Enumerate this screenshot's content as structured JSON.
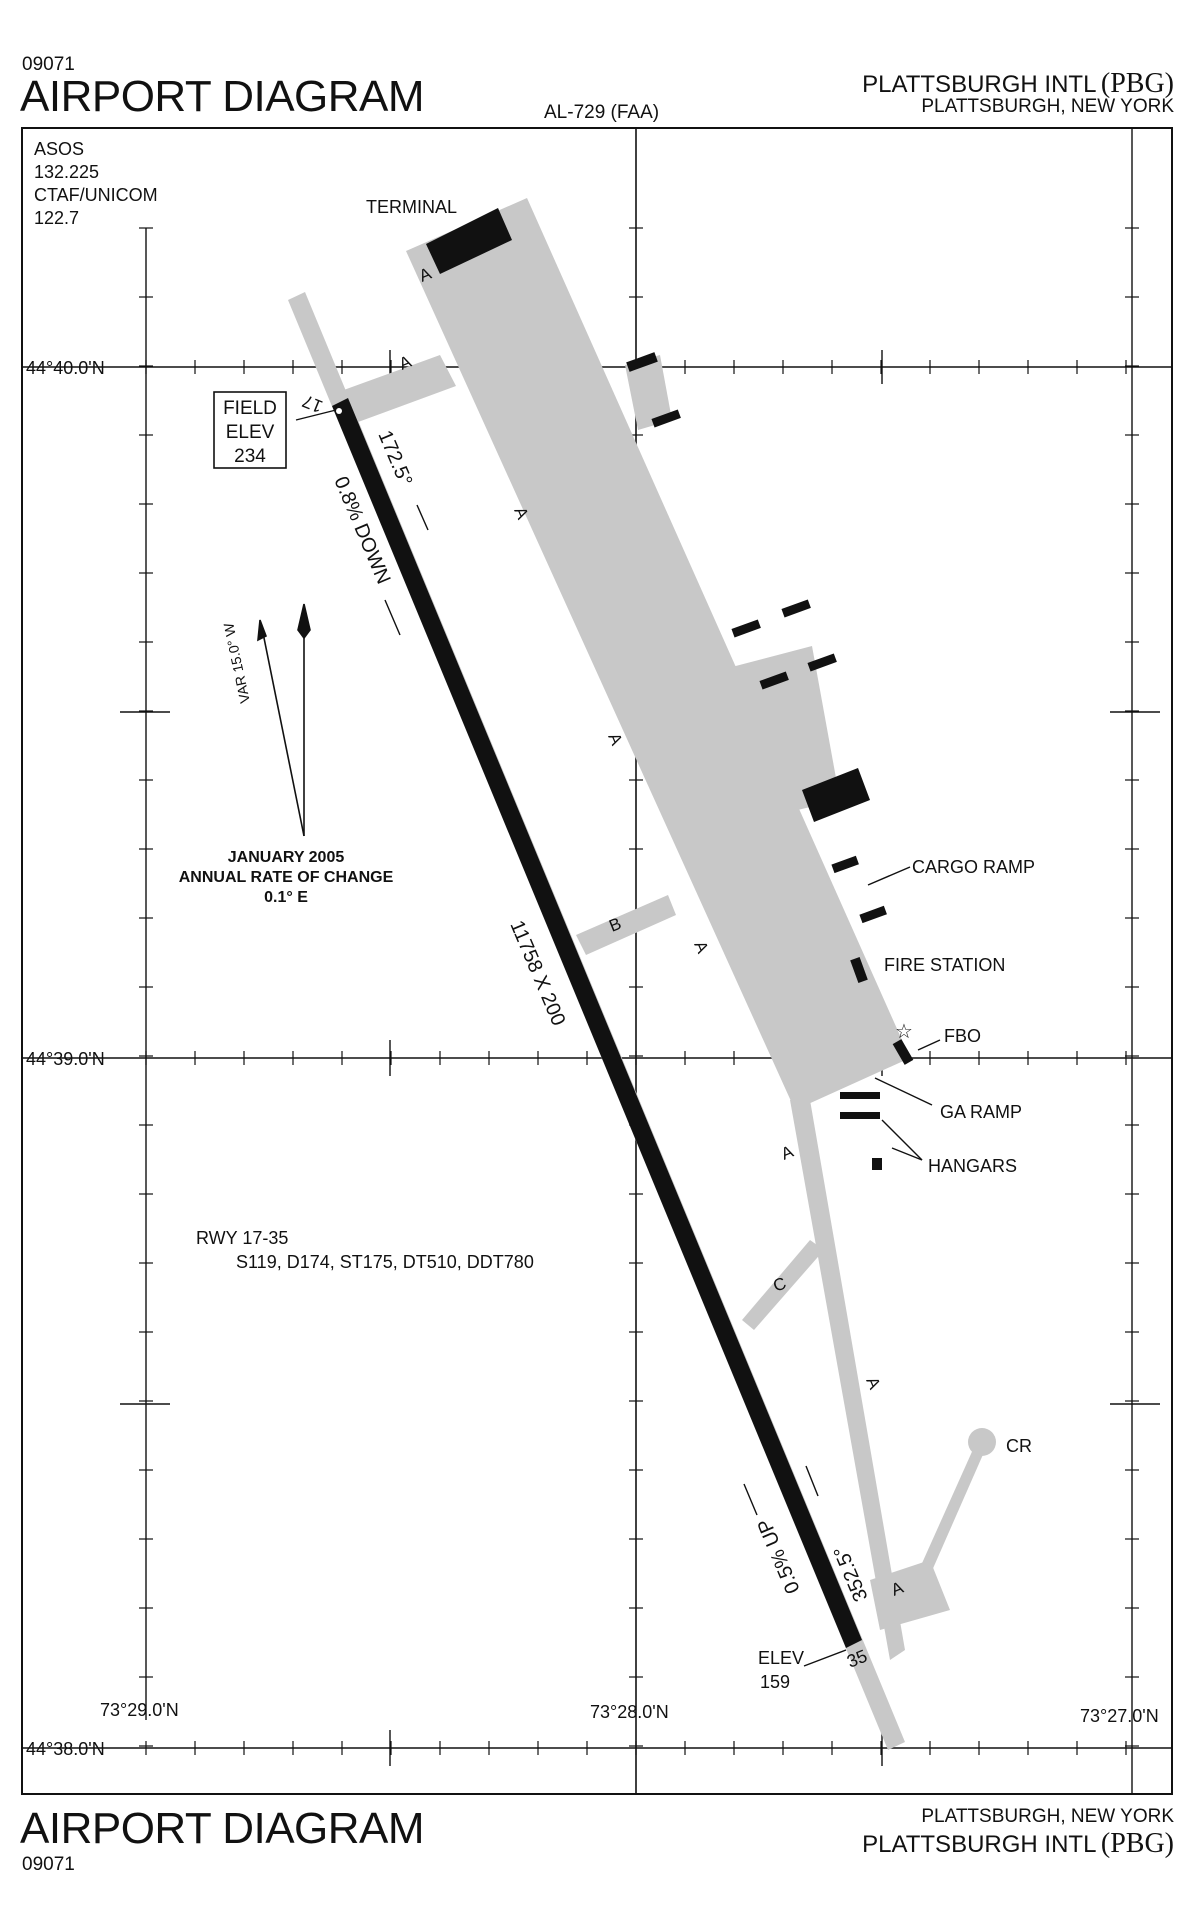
{
  "header": {
    "chart_number_top": "09071",
    "title_top": "AIRPORT DIAGRAM",
    "chart_id": "AL-729 (FAA)",
    "airport_name_top": "PLATTSBURGH INTL",
    "airport_code_top": "(PBG)",
    "location_top": "PLATTSBURGH, NEW YORK"
  },
  "footer": {
    "title_bottom": "AIRPORT DIAGRAM",
    "chart_number_bottom": "09071",
    "location_bottom": "PLATTSBURGH, NEW YORK",
    "airport_name_bottom": "PLATTSBURGH INTL",
    "airport_code_bottom": "(PBG)"
  },
  "frequencies": {
    "asos_label": "ASOS",
    "asos_freq": "132.225",
    "ctaf_label": "CTAF/UNICOM",
    "ctaf_freq": "122.7"
  },
  "coordinates": {
    "lat_top": "44°40.0'N",
    "lat_mid": "44°39.0'N",
    "lat_bottom": "44°38.0'N",
    "lon_left": "73°29.0'N",
    "lon_mid": "73°28.0'N",
    "lon_right": "73°27.0'N"
  },
  "field_elevation": {
    "line1": "FIELD",
    "line2": "ELEV",
    "value": "234"
  },
  "runway": {
    "designator_north": "17",
    "designator_south": "35",
    "heading_north": "172.5°",
    "heading_south": "352.5°",
    "gradient_north": "0.8% DOWN",
    "gradient_south": "0.5% UP",
    "dimensions": "11758 X 200",
    "south_elev_label": "ELEV",
    "south_elev_value": "159"
  },
  "magnetic_variation": {
    "variation": "VAR 15.0° W",
    "date": "JANUARY 2005",
    "rate_label": "ANNUAL RATE OF CHANGE",
    "rate_value": "0.1° E"
  },
  "runway_data": {
    "title": "RWY 17-35",
    "strengths": "S119, D174, ST175, DT510, DDT780"
  },
  "labels": {
    "terminal": "TERMINAL",
    "cargo_ramp": "CARGO RAMP",
    "fire_station": "FIRE STATION",
    "fbo": "FBO",
    "ga_ramp": "GA RAMP",
    "hangars": "HANGARS",
    "compass_rose": "CR"
  },
  "taxiways": {
    "a": "A",
    "b": "B",
    "c": "C"
  },
  "colors": {
    "pavement": "#c8c8c8",
    "runway": "#111111",
    "building": "#111111"
  }
}
